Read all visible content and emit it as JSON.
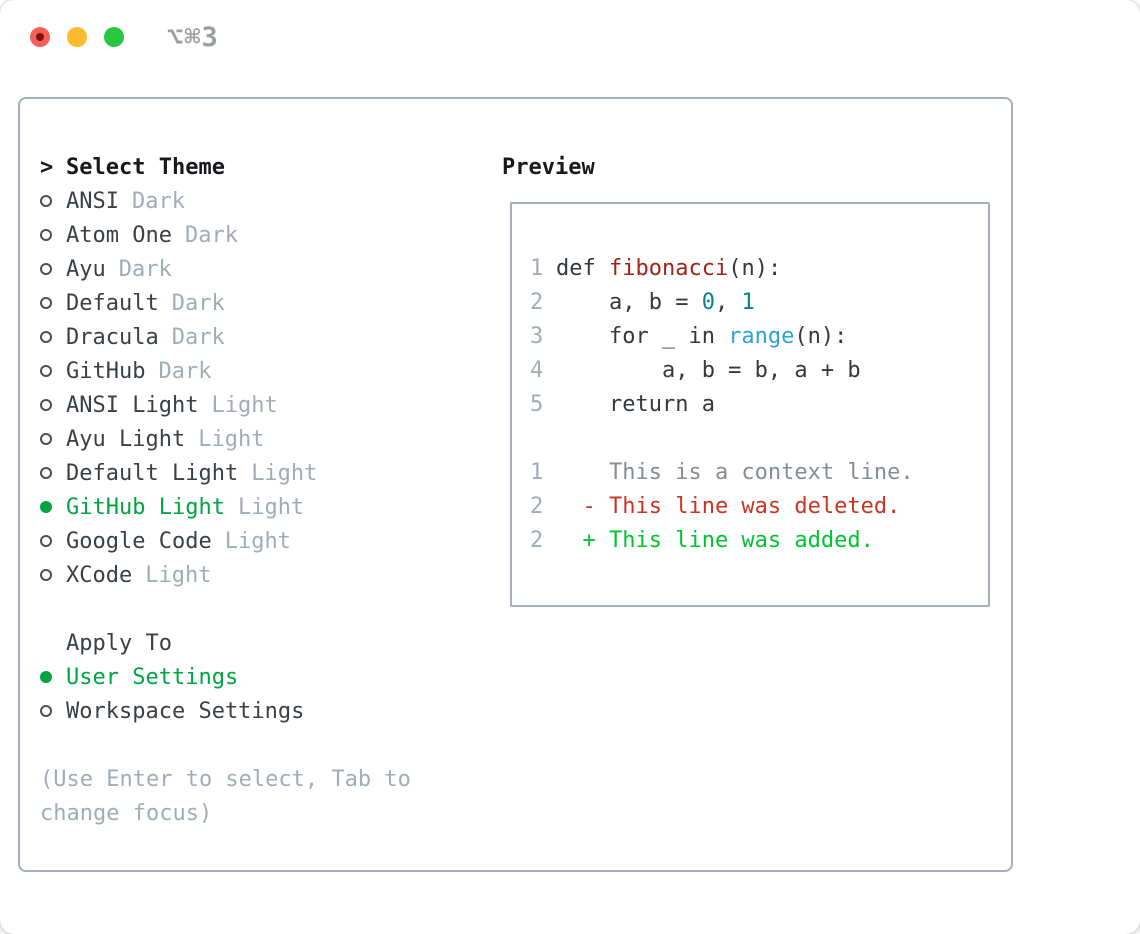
{
  "window": {
    "title": "⌥⌘3"
  },
  "theme_picker": {
    "header": {
      "prefix": ">",
      "label": "Select Theme"
    },
    "themes": [
      {
        "name": "ANSI",
        "type": "Dark",
        "selected": false
      },
      {
        "name": "Atom One",
        "type": "Dark",
        "selected": false
      },
      {
        "name": "Ayu",
        "type": "Dark",
        "selected": false
      },
      {
        "name": "Default",
        "type": "Dark",
        "selected": false
      },
      {
        "name": "Dracula",
        "type": "Dark",
        "selected": false
      },
      {
        "name": "GitHub",
        "type": "Dark",
        "selected": false
      },
      {
        "name": "ANSI Light",
        "type": "Light",
        "selected": false
      },
      {
        "name": "Ayu Light",
        "type": "Light",
        "selected": false
      },
      {
        "name": "Default Light",
        "type": "Light",
        "selected": false
      },
      {
        "name": "GitHub Light",
        "type": "Light",
        "selected": true
      },
      {
        "name": "Google Code",
        "type": "Light",
        "selected": false
      },
      {
        "name": "XCode",
        "type": "Light",
        "selected": false
      }
    ],
    "apply_to": {
      "label": "Apply To",
      "options": [
        {
          "name": "User Settings",
          "selected": true
        },
        {
          "name": "Workspace Settings",
          "selected": false
        }
      ]
    },
    "hint_lines": [
      "(Use Enter to select, Tab to",
      "change focus)"
    ]
  },
  "preview": {
    "label": "Preview",
    "lines": [
      {
        "num": "1",
        "segs": [
          {
            "t": "def ",
            "c": "fg"
          },
          {
            "t": "fibonacci",
            "c": "func"
          },
          {
            "t": "(n):",
            "c": "fg"
          }
        ]
      },
      {
        "num": "2",
        "segs": [
          {
            "t": "    a, b = ",
            "c": "fg"
          },
          {
            "t": "0",
            "c": "num"
          },
          {
            "t": ", ",
            "c": "fg"
          },
          {
            "t": "1",
            "c": "num"
          }
        ]
      },
      {
        "num": "3",
        "segs": [
          {
            "t": "    for _ in ",
            "c": "fg"
          },
          {
            "t": "range",
            "c": "blt"
          },
          {
            "t": "(n):",
            "c": "fg"
          }
        ]
      },
      {
        "num": "4",
        "segs": [
          {
            "t": "        a, b = b, a + b",
            "c": "fg"
          }
        ]
      },
      {
        "num": "5",
        "segs": [
          {
            "t": "    return a",
            "c": "fg"
          }
        ]
      },
      {
        "num": "",
        "segs": []
      },
      {
        "num": "1",
        "segs": [
          {
            "t": "    This is a context line.",
            "c": "ctx"
          }
        ]
      },
      {
        "num": "2",
        "segs": [
          {
            "t": "  - This line was deleted.",
            "c": "del"
          }
        ]
      },
      {
        "num": "2",
        "segs": [
          {
            "t": "  + This line was added.",
            "c": "add"
          }
        ]
      }
    ]
  },
  "colors": {
    "accent_green": "#00a440",
    "added_green": "#00c42e",
    "deleted_red": "#c93522",
    "function_red": "#a2231b",
    "number_teal": "#0c7f8c",
    "builtin_blue": "#2ea2d8",
    "muted_gray": "#a2acb8",
    "context_gray": "#878d95",
    "text_dark": "#3b4045",
    "heading_black": "#17191c",
    "border_gray": "#a7aeb9",
    "traffic_red": "#f85f57",
    "traffic_yellow": "#fcbb2f",
    "traffic_green": "#29c73f",
    "title_gray": "#9a9fa4"
  }
}
